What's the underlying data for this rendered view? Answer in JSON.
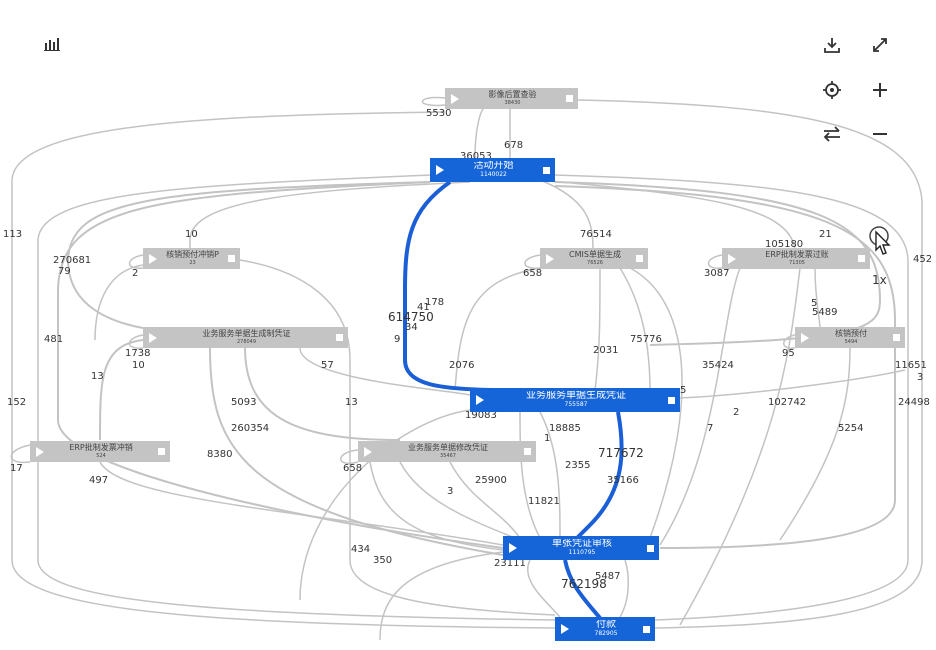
{
  "toolbar": {
    "download": "download-icon",
    "fullscreen": "expand-icon",
    "locate": "target-icon",
    "zoom_in": "plus-icon",
    "swap": "swap-icon",
    "zoom_out": "minus-icon",
    "chart": "bar-chart-icon",
    "zoom_level": "1x"
  },
  "nodes": [
    {
      "id": "yingxiang",
      "name": "影像后置查验",
      "count": "38430",
      "style": "gray"
    },
    {
      "id": "start",
      "name": "活动开始",
      "count": "1140022",
      "style": "blue"
    },
    {
      "id": "hexiao",
      "name": "核销预付冲销P",
      "count": "23",
      "style": "gray"
    },
    {
      "id": "cmis",
      "name": "CMIS单据生成",
      "count": "76526",
      "style": "gray"
    },
    {
      "id": "erp",
      "name": "ERP批制发票过账",
      "count": "71305",
      "style": "gray"
    },
    {
      "id": "bizprint",
      "name": "业务服务单据生成制凭证",
      "count": "278049",
      "style": "gray"
    },
    {
      "id": "hefu",
      "name": "核销预付",
      "count": "5494",
      "style": "gray"
    },
    {
      "id": "bizgen",
      "name": "业务服务单据生成凭证",
      "count": "755587",
      "style": "blue"
    },
    {
      "id": "erpred",
      "name": "ERP批制发票冲销",
      "count": "524",
      "style": "gray"
    },
    {
      "id": "bizmod",
      "name": "业务服务单据修改凭证",
      "count": "35467",
      "style": "gray"
    },
    {
      "id": "audit",
      "name": "单张凭证审核",
      "count": "1110795",
      "style": "blue"
    },
    {
      "id": "pay",
      "name": "付款",
      "count": "782905",
      "style": "blue"
    }
  ],
  "edge_labels": [
    "5530",
    "678",
    "36053",
    "10",
    "76514",
    "105180",
    "21",
    "270681",
    "79",
    "2",
    "658",
    "3087",
    "178",
    "41",
    "614750",
    "34",
    "5",
    "5489",
    "9",
    "481",
    "1738",
    "10",
    "57",
    "2076",
    "2031",
    "75776",
    "95",
    "35424",
    "11651",
    "3",
    "13",
    "152",
    "5093",
    "19083",
    "18885",
    "1",
    "717672",
    "35166",
    "2",
    "102742",
    "5254",
    "24498",
    "7",
    "260354",
    "8380",
    "13",
    "658",
    "3",
    "2355",
    "17",
    "497",
    "25900",
    "11821",
    "434",
    "350",
    "23111",
    "762198",
    "5487",
    "113",
    "452",
    "5"
  ]
}
